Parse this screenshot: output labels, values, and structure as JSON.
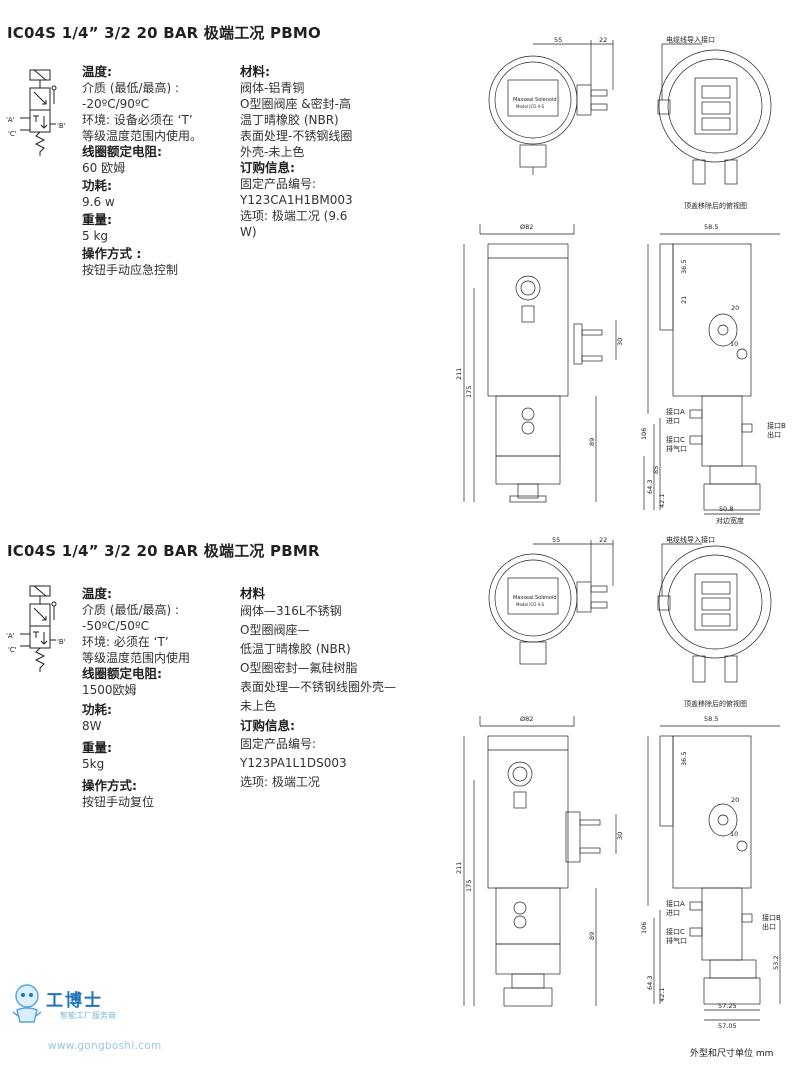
{
  "products": [
    {
      "title": "IC04S 1/4”  3/2 20 BAR 极端工况 PBMO",
      "symbol_labels": {
        "a": "'A'",
        "b": "'B'",
        "c": "'C'"
      },
      "specs": {
        "temp_label": "温度:",
        "temp_line1": "介质 (最低/最高) :",
        "temp_line2": "-20ºC/90ºC",
        "env_line1": "环境:  设备必须在 ‘T’",
        "env_line2": "等级温度范围内使用。",
        "resistance_label": "线圈额定电阻:",
        "resistance_value": "60 欧姆",
        "power_label": "功耗:",
        "power_value": "9.6 w",
        "weight_label": "重量:",
        "weight_value": "5 kg",
        "operation_label": "操作方式 :",
        "operation_value": "按钮手动应急控制"
      },
      "materials": {
        "label": "材料:",
        "lines": [
          "阀体-铝青铜",
          "O型圈阀座 &密封-高",
          "温丁晴橡胶 (NBR)",
          "表面处理-不锈钢线圈",
          "外壳-未上色"
        ]
      },
      "order": {
        "label": "订购信息:",
        "lines": [
          "固定产品编号:",
          "Y123CA1H1BM003",
          "选项:  极端工况 (9.6",
          "W)"
        ]
      },
      "drawing": {
        "dims": {
          "top_55": "55",
          "top_22": "22",
          "dia": "Ø82",
          "w58": "58.5",
          "d36": "36.5",
          "d21": "21",
          "d20": "20",
          "d10": "10",
          "d30": "30",
          "h211": "211",
          "h175": "175",
          "h89": "89",
          "h106": "106",
          "h85": "85",
          "h64": "64.3",
          "h42": "42.1",
          "w508": "50.8"
        },
        "notes": {
          "cable": "电缆线导入接口",
          "top_view": "顶盖移除后的俯视图",
          "port_a1": "接口A",
          "port_a2": "进口",
          "port_b1": "接口B",
          "port_b2": "出口",
          "port_c1": "接口C",
          "port_c2": "排气口",
          "across_flats": "对边宽度"
        },
        "nameplate": "Maxseal Solenoid",
        "nameplate_model": "Model ICO 4-S"
      }
    },
    {
      "title": "IC04S 1/4”  3/2 20 BAR 极端工况 PBMR",
      "symbol_labels": {
        "a": "'A'",
        "b": "'B'",
        "c": "'C'"
      },
      "specs": {
        "temp_label": "温度:",
        "temp_line1": "介质 (最低/最高) :",
        "temp_line2": "-50ºC/50ºC",
        "env_line1": "环境:  必须在 ‘T’",
        "env_line2": "等级温度范围内使用",
        "resistance_label": "线圈额定电阻:",
        "resistance_value": "1500欧姆",
        "power_label": "功耗:",
        "power_value": "8W",
        "weight_label": "重量:",
        "weight_value": "5kg",
        "operation_label": "操作方式:",
        "operation_value": "按钮手动复位"
      },
      "materials": {
        "label": "材料",
        "lines": [
          "阀体—316L不锈钢",
          "O型圈阀座—",
          "低温丁晴橡胶 (NBR)",
          "O型圈密封—氟硅树脂",
          "表面处理—不锈钢线圈外壳—",
          "未上色"
        ]
      },
      "order": {
        "label": "订购信息:",
        "lines": [
          "固定产品编号:",
          "Y123PA1L1DS003",
          "选项:  极端工况"
        ]
      },
      "drawing": {
        "dims": {
          "top_55": "55",
          "top_22": "22",
          "dia": "Ø82",
          "w58": "58.5",
          "d36": "36.5",
          "d20": "20",
          "d10": "10",
          "d30": "30",
          "h211": "211",
          "h175": "175",
          "h89": "89",
          "h106": "106",
          "h64": "64.3",
          "h42": "42.1",
          "h53": "53.2",
          "w5725": "57.25",
          "w5705": "57.05"
        },
        "notes": {
          "cable": "电缆线导入接口",
          "top_view": "顶盖移除后的俯视图",
          "port_a1": "接口A",
          "port_a2": "进口",
          "port_b1": "接口B",
          "port_b2": "出口",
          "port_c1": "接口C",
          "port_c2": "排气口"
        },
        "nameplate": "Maxseal Solenoid",
        "nameplate_model": "Model ICO 4-S"
      }
    }
  ],
  "watermark": {
    "main": "工博士",
    "sub": "智能工厂服务商",
    "url": "www.gongboshi.com"
  },
  "footer_note": "外型和尺寸单位 mm"
}
